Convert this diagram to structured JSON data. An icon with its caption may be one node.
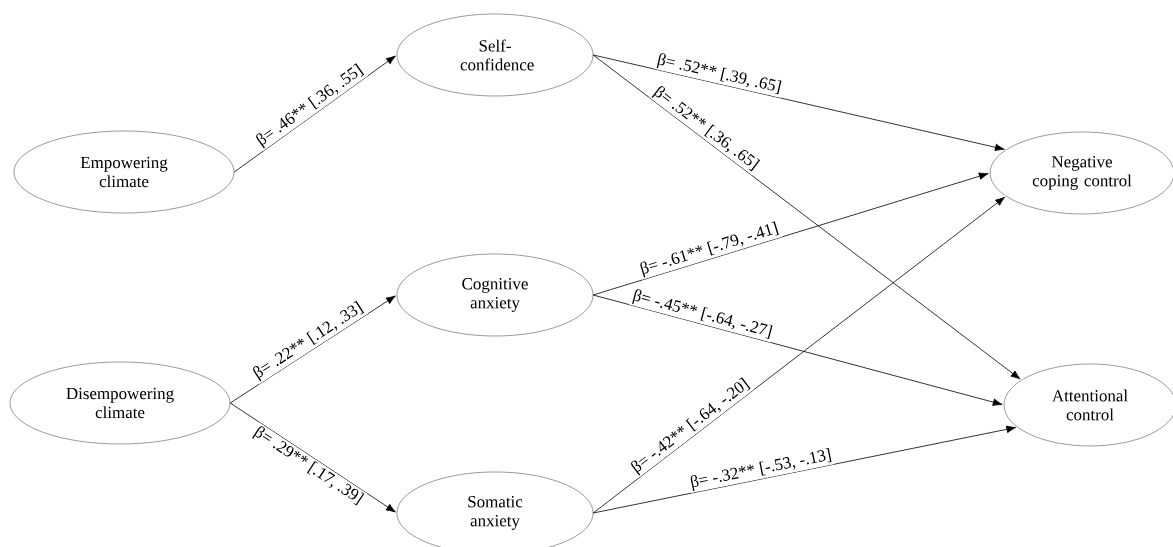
{
  "diagram": {
    "nodes": [
      {
        "text": [
          "Empowering climate"
        ]
      },
      {
        "text": [
          "Disempowering climate"
        ]
      },
      {
        "text": [
          "Self-confidence"
        ]
      },
      {
        "text": [
          "Cognitive anxiety"
        ]
      },
      {
        "text": [
          "Somatic anxiety"
        ]
      },
      {
        "text": [
          "Negative coping control"
        ]
      },
      {
        "text": [
          "Attentional control"
        ]
      }
    ],
    "edges": [
      {
        "from": 0,
        "to": 2,
        "arrow": "to",
        "label": "β= .46** [.36, .55]"
      },
      {
        "from": 1,
        "to": 3,
        "arrow": "to",
        "label": "β= .22** [.12, .33]"
      },
      {
        "from": 1,
        "to": 4,
        "arrow": "to",
        "label": "β= .29** [.17, .39]"
      },
      {
        "from": 2,
        "to": 5,
        "arrow": "to",
        "label": "β= .52** [.39, .65]"
      },
      {
        "from": 2,
        "to": 6,
        "arrow": "to",
        "label": "β= .52** [.36, .65]"
      },
      {
        "from": 3,
        "to": 5,
        "arrow": "to",
        "label": "β= -.61** [-.79, -.41]"
      },
      {
        "from": 3,
        "to": 6,
        "arrow": "to",
        "label": "β= -.45** [-.64, -.27]"
      },
      {
        "from": 4,
        "to": 5,
        "arrow": "to",
        "label": "β= -.42** [-.64, -.20]"
      },
      {
        "from": 4,
        "to": 6,
        "arrow": "to",
        "label": "β= -.32** [-.53, -.13]"
      }
    ]
  }
}
